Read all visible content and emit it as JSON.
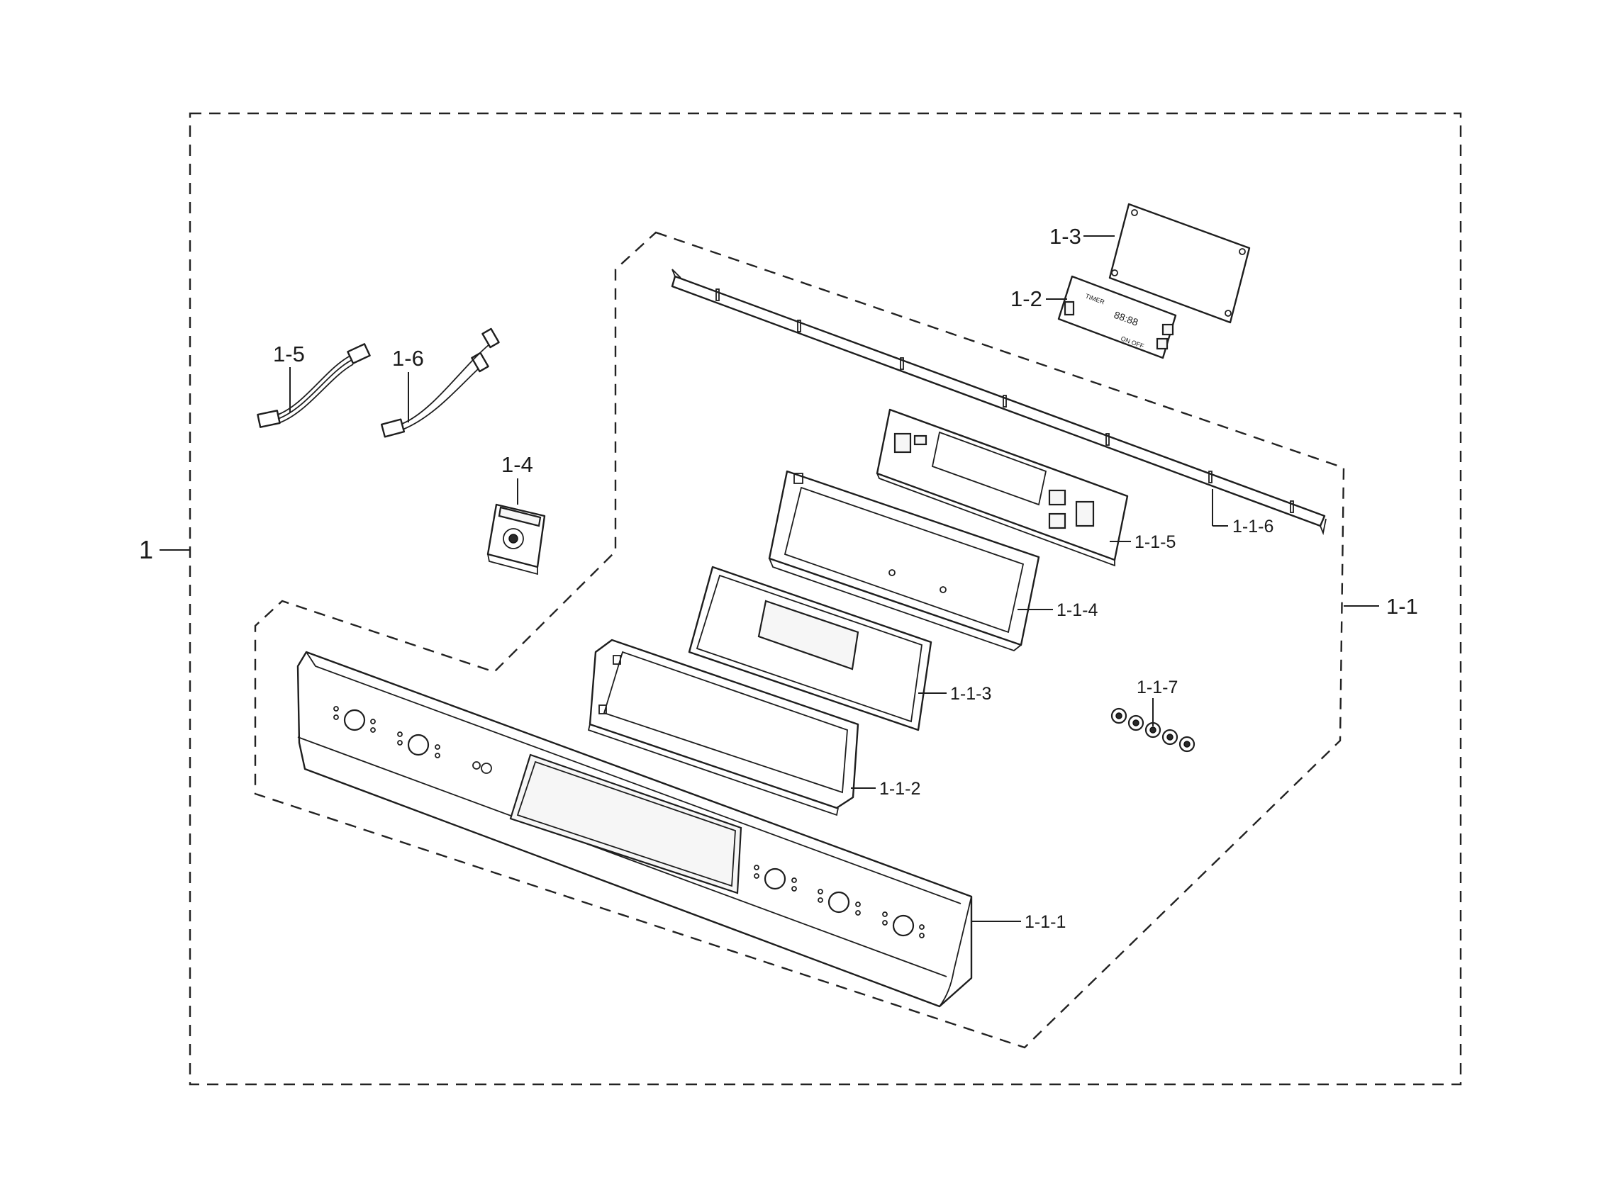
{
  "labels": {
    "assembly": "1",
    "sub_assembly": "1-1",
    "panel": "1-1-1",
    "frame": "1-1-2",
    "window": "1-1-3",
    "bracket": "1-1-4",
    "holder": "1-1-5",
    "rail": "1-1-6",
    "knobs": "1-1-7",
    "display_pcb": "1-2",
    "cover_plate": "1-3",
    "switch": "1-4",
    "harness_a": "1-5",
    "harness_b": "1-6"
  },
  "pcb_text": {
    "line1": "TIMER",
    "line2": "88:88",
    "line3": "ON OFF"
  },
  "colors": {
    "line": "#1e1e1e",
    "background": "#ffffff"
  }
}
